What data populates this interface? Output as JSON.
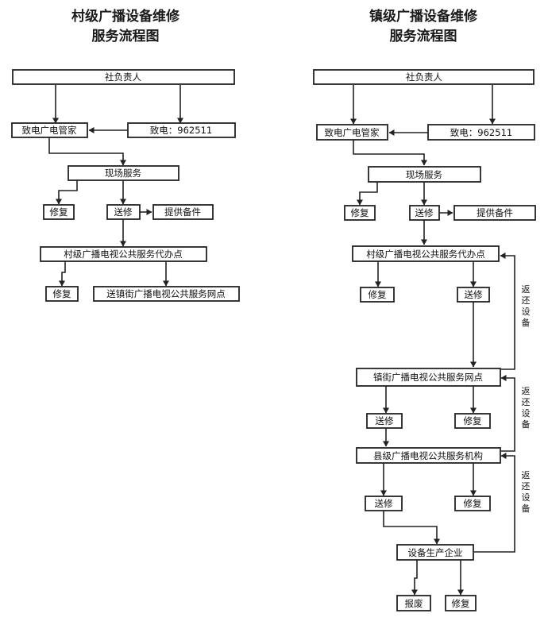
{
  "left": {
    "title_line1": "村级广播设备维修",
    "title_line2": "服务流程图",
    "nodes": {
      "responsible": "社负责人",
      "manager": "致电广电管家",
      "hotline": "致电：962511",
      "onsite": "现场服务",
      "repair1": "修复",
      "send1": "送修",
      "spare": "提供备件",
      "village_point": "村级广播电视公共服务代办点",
      "repair2": "修复",
      "send_town": "送镇街广播电视公共服务网点"
    }
  },
  "right": {
    "title_line1": "镇级广播设备维修",
    "title_line2": "服务流程图",
    "nodes": {
      "responsible": "社负责人",
      "manager": "致电广电管家",
      "hotline": "致电：962511",
      "onsite": "现场服务",
      "repair1": "修复",
      "send1": "送修",
      "spare": "提供备件",
      "village_point": "村级广播电视公共服务代办点",
      "repair2": "修复",
      "send2": "送修",
      "town_point": "镇街广播电视公共服务网点",
      "send3": "送修",
      "repair3": "修复",
      "county": "县级广播电视公共服务机构",
      "send4": "送修",
      "repair4": "修复",
      "manufacturer": "设备生产企业",
      "scrap": "报废",
      "repair5": "修复"
    },
    "return_labels": [
      "返还设备",
      "返还设备",
      "返还设备"
    ]
  }
}
